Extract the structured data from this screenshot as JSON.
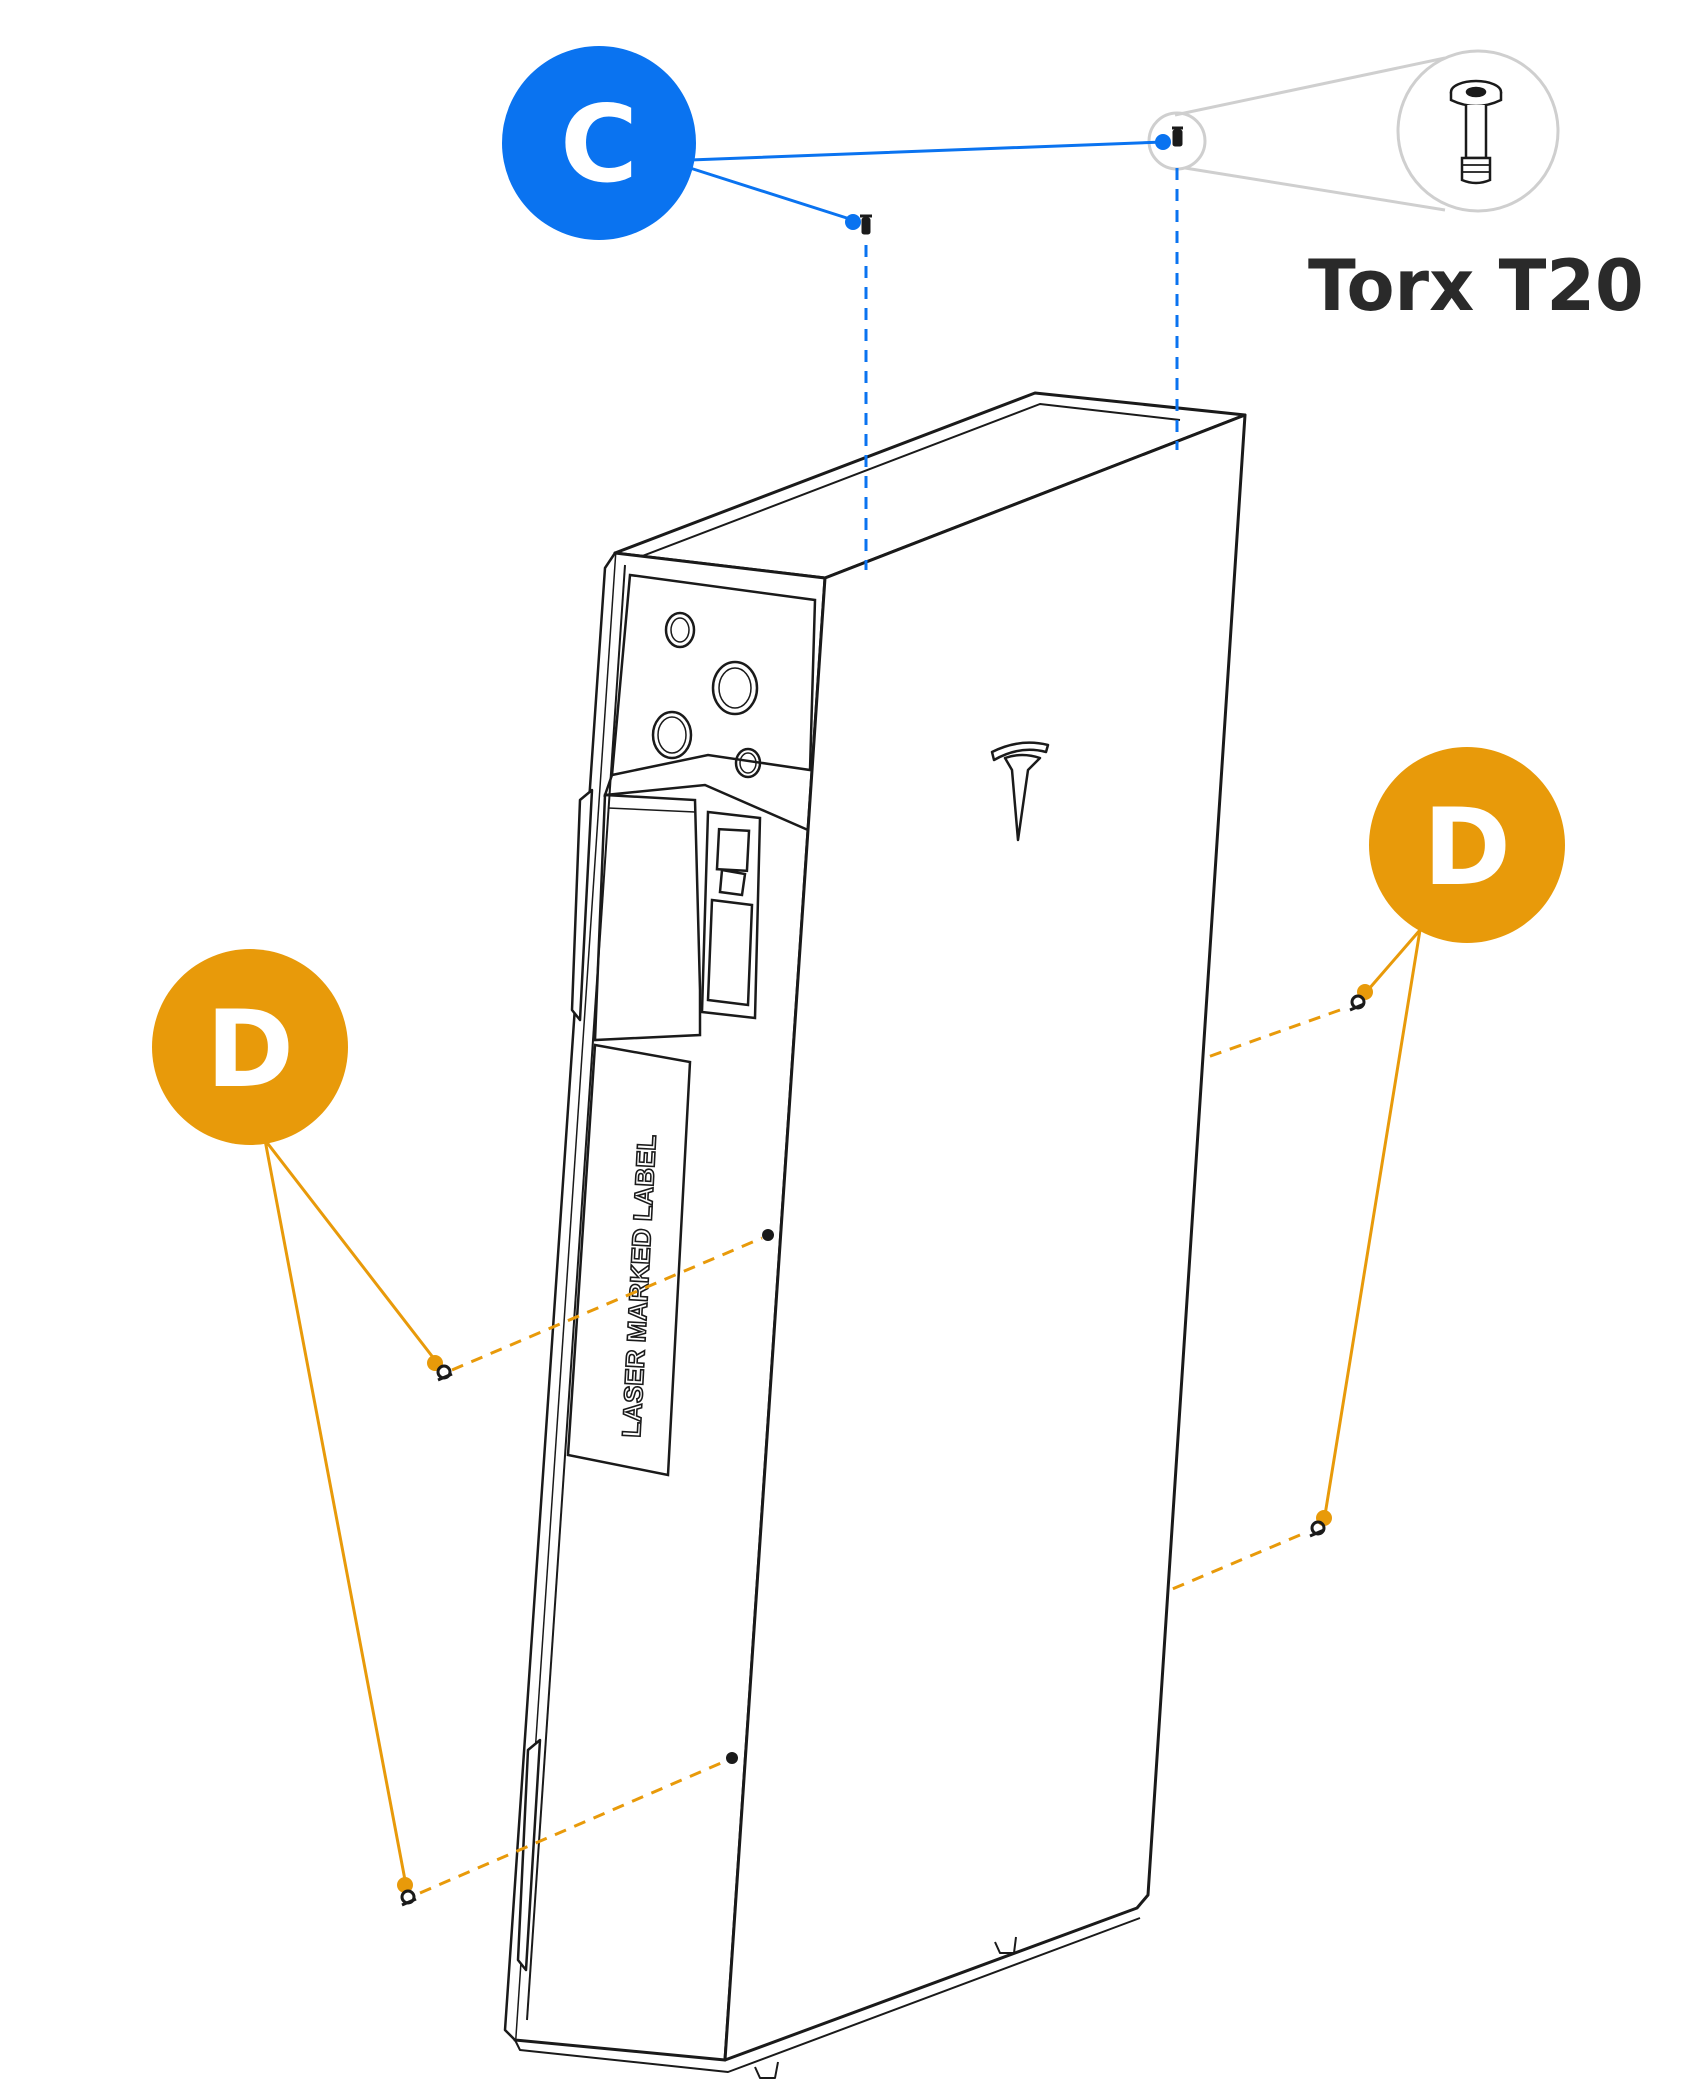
{
  "callouts": {
    "c": {
      "label": "C",
      "color": "#0a73f0"
    },
    "d_left": {
      "label": "D",
      "color": "#e89a0a"
    },
    "d_right": {
      "label": "D",
      "color": "#e89a0a"
    }
  },
  "tool": {
    "label": "Torx T20"
  },
  "unit": {
    "label_text": "LASER MARKED LABEL"
  },
  "colors": {
    "outline": "#1a1a1a",
    "zoom_circle": "#cfcfcf",
    "screw": "#1a1a1a"
  }
}
